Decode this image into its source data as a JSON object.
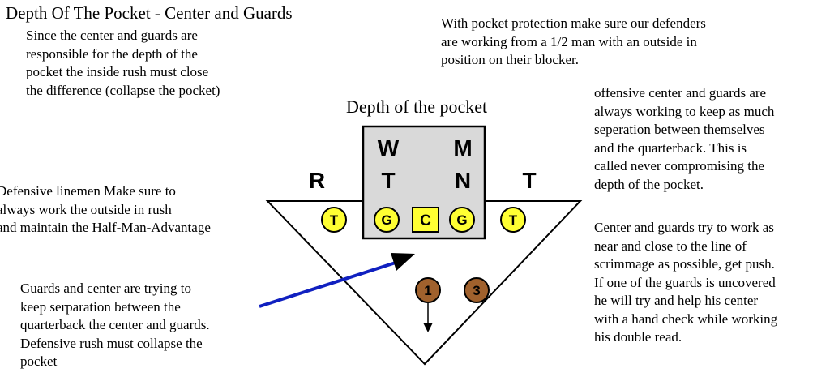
{
  "title": "Depth Of The Pocket - Center and Guards",
  "notes": {
    "top_left": "Since the center and guards are\nresponsible for the depth of the\npocket the inside rush must close\nthe difference (collapse the pocket)",
    "top_right": "With pocket protection make sure our defenders\nare working from a 1/2 man with an outside in\nposition on their blocker.",
    "right_1": "offensive center and guards are\nalways working to keep as much\nseperation between themselves\nand the quarterback.  This is\ncalled never compromising the\ndepth of the pocket.",
    "right_2": "Center and guards try to work as\nnear and close to the line of\nscrimmage as possible, get push.\nIf one of the guards is uncovered\nhe will try and help his center\nwith a hand check while working\nhis double read.",
    "mid_left": "Defensive linemen Make sure to\nalways work the outside in rush\nand maintain the Half-Man-Advantage",
    "bottom_left": "Guards and center are trying to\nkeep serparation between the\nquarterback the center and guards.\nDefensive rush must collapse the\npocket"
  },
  "diagram": {
    "title": "Depth of the pocket",
    "defense": {
      "r": "R",
      "w": "W",
      "m": "M",
      "t_left": "T",
      "n": "N",
      "t_right": "T"
    },
    "offense": {
      "left_tackle": "T",
      "left_guard": "G",
      "center": "C",
      "right_guard": "G",
      "right_tackle": "T",
      "back_1": "1",
      "back_3": "3"
    },
    "colors": {
      "player_fill": "#ffff33",
      "box_fill": "#d9d9d9",
      "back_fill": "#a0612d",
      "arrow": "#1020c0"
    }
  }
}
